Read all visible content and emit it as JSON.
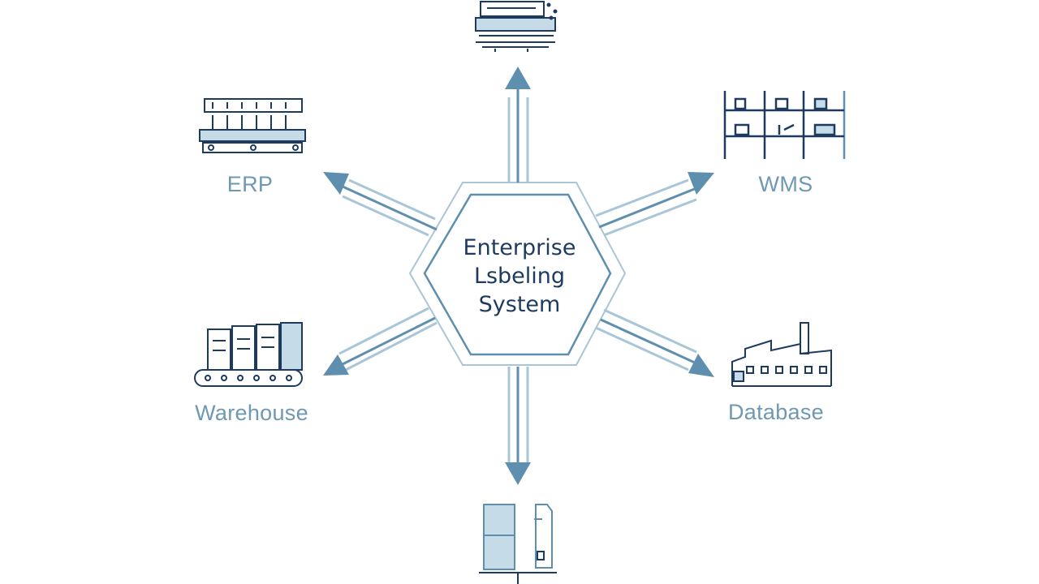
{
  "center": {
    "lines": [
      "Enterprise",
      "Lsbeling",
      "System"
    ]
  },
  "nodes": {
    "erp": {
      "label": "ERP",
      "icon": "label-printer-rack-icon"
    },
    "wms": {
      "label": "WMS",
      "icon": "warehouse-shelving-icon"
    },
    "warehouse": {
      "label": "Warehouse",
      "icon": "conveyor-printers-icon"
    },
    "database": {
      "label": "Database",
      "icon": "factory-icon"
    },
    "top": {
      "label": "",
      "icon": "printer-machine-icon"
    },
    "bottom": {
      "label": "",
      "icon": "kiosk-terminal-icon"
    }
  },
  "colors": {
    "dark": "#1d3a5f",
    "mid": "#5f8fae",
    "light": "#a9c6d8",
    "label": "#6f98b3",
    "fill": "#c5dbe8"
  }
}
